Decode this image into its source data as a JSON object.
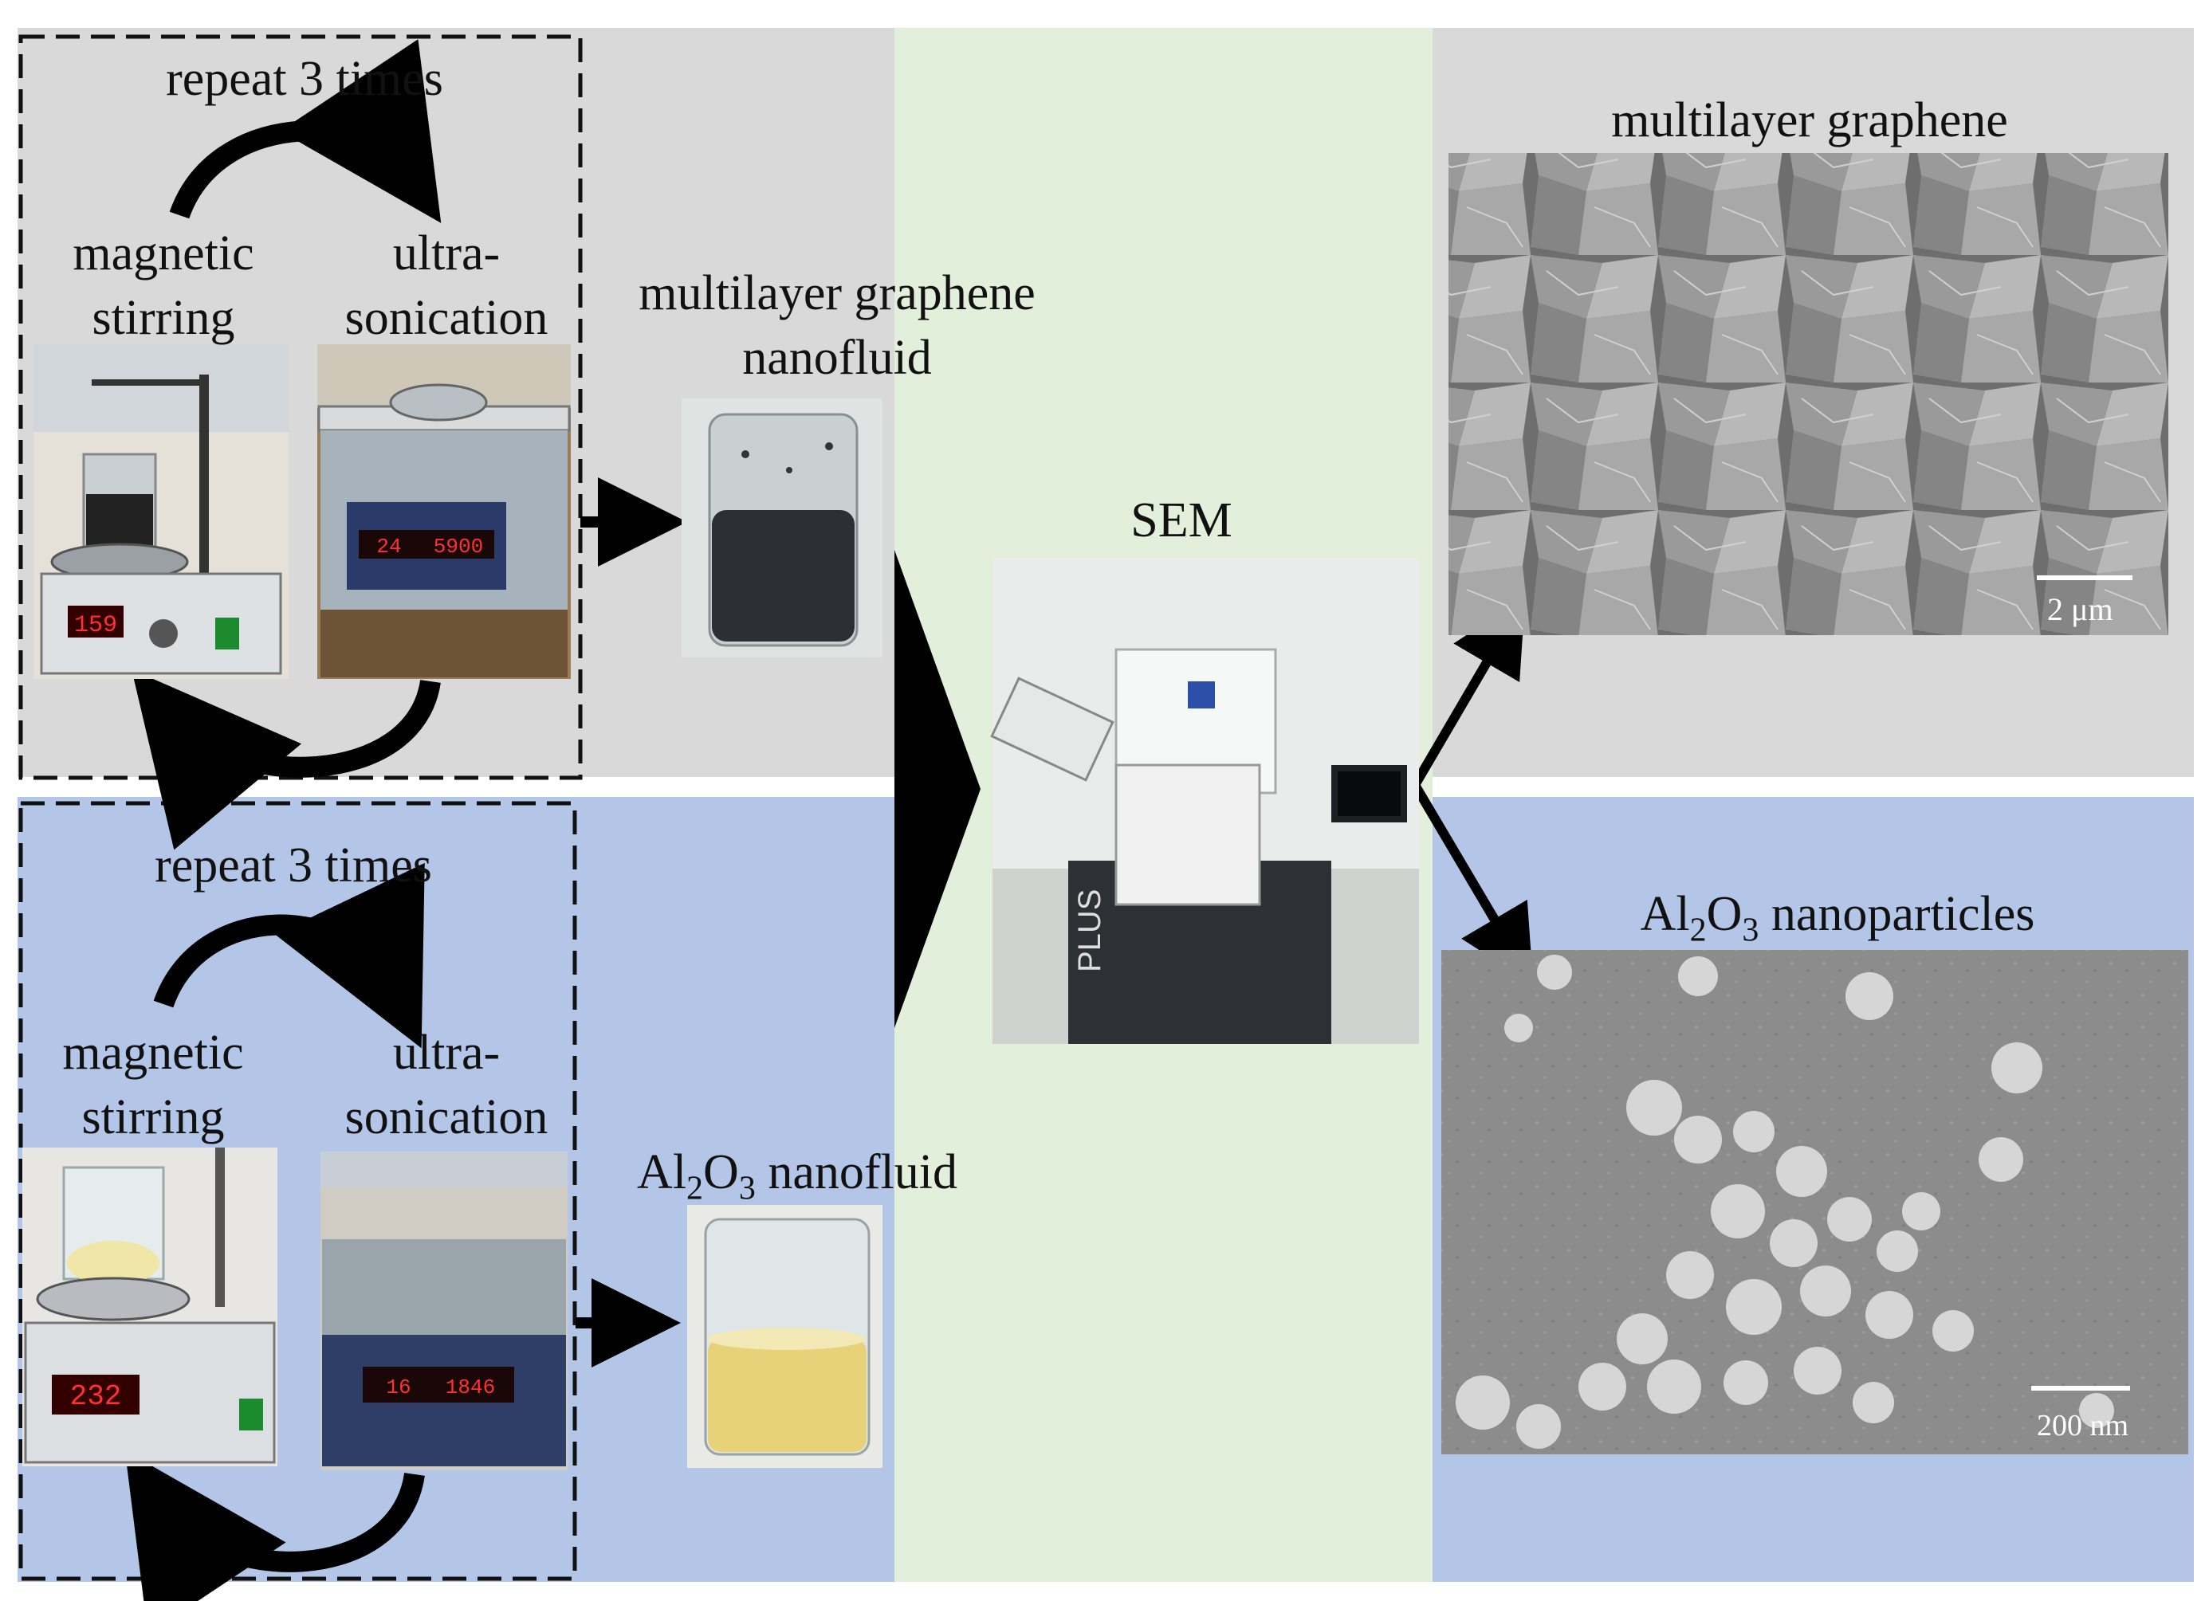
{
  "colors": {
    "top_panel_bg": "#d9d9d9",
    "bottom_panel_bg": "#b4c6e7",
    "middle_panel_bg": "#e2efda",
    "arrow": "#000000"
  },
  "top_section": {
    "repeat_label": "repeat 3 times",
    "stirring_label_line1": "magnetic",
    "stirring_label_line2": "stirring",
    "sonication_label_line1": "ultra-",
    "sonication_label_line2": "sonication",
    "nanofluid_label_line1": "multilayer graphene",
    "nanofluid_label_line2": "nanofluid",
    "sonicator_display_left": "24",
    "sonicator_display_right": "5900",
    "stirrer_display": "159"
  },
  "bottom_section": {
    "repeat_label": "repeat 3 times",
    "stirring_label_line1": "magnetic",
    "stirring_label_line2": "stirring",
    "sonication_label_line1": "ultra-",
    "sonication_label_line2": "sonication",
    "nanofluid_label_main": "Al",
    "nanofluid_label_sub1": "2",
    "nanofluid_label_mid": "O",
    "nanofluid_label_sub2": "3",
    "nanofluid_label_rest": " nanofluid",
    "sonicator_display_left": "16",
    "sonicator_display_right": "1846",
    "stirrer_display": "232"
  },
  "sem": {
    "label": "SEM",
    "machine_text": "PLUS"
  },
  "results": {
    "graphene_title": "multilayer graphene",
    "graphene_scale": "2 μm",
    "alumina_title_main": "Al",
    "alumina_title_sub1": "2",
    "alumina_title_mid": "O",
    "alumina_title_sub2": "3",
    "alumina_title_rest": " nanoparticles",
    "alumina_scale": "200 nm"
  }
}
